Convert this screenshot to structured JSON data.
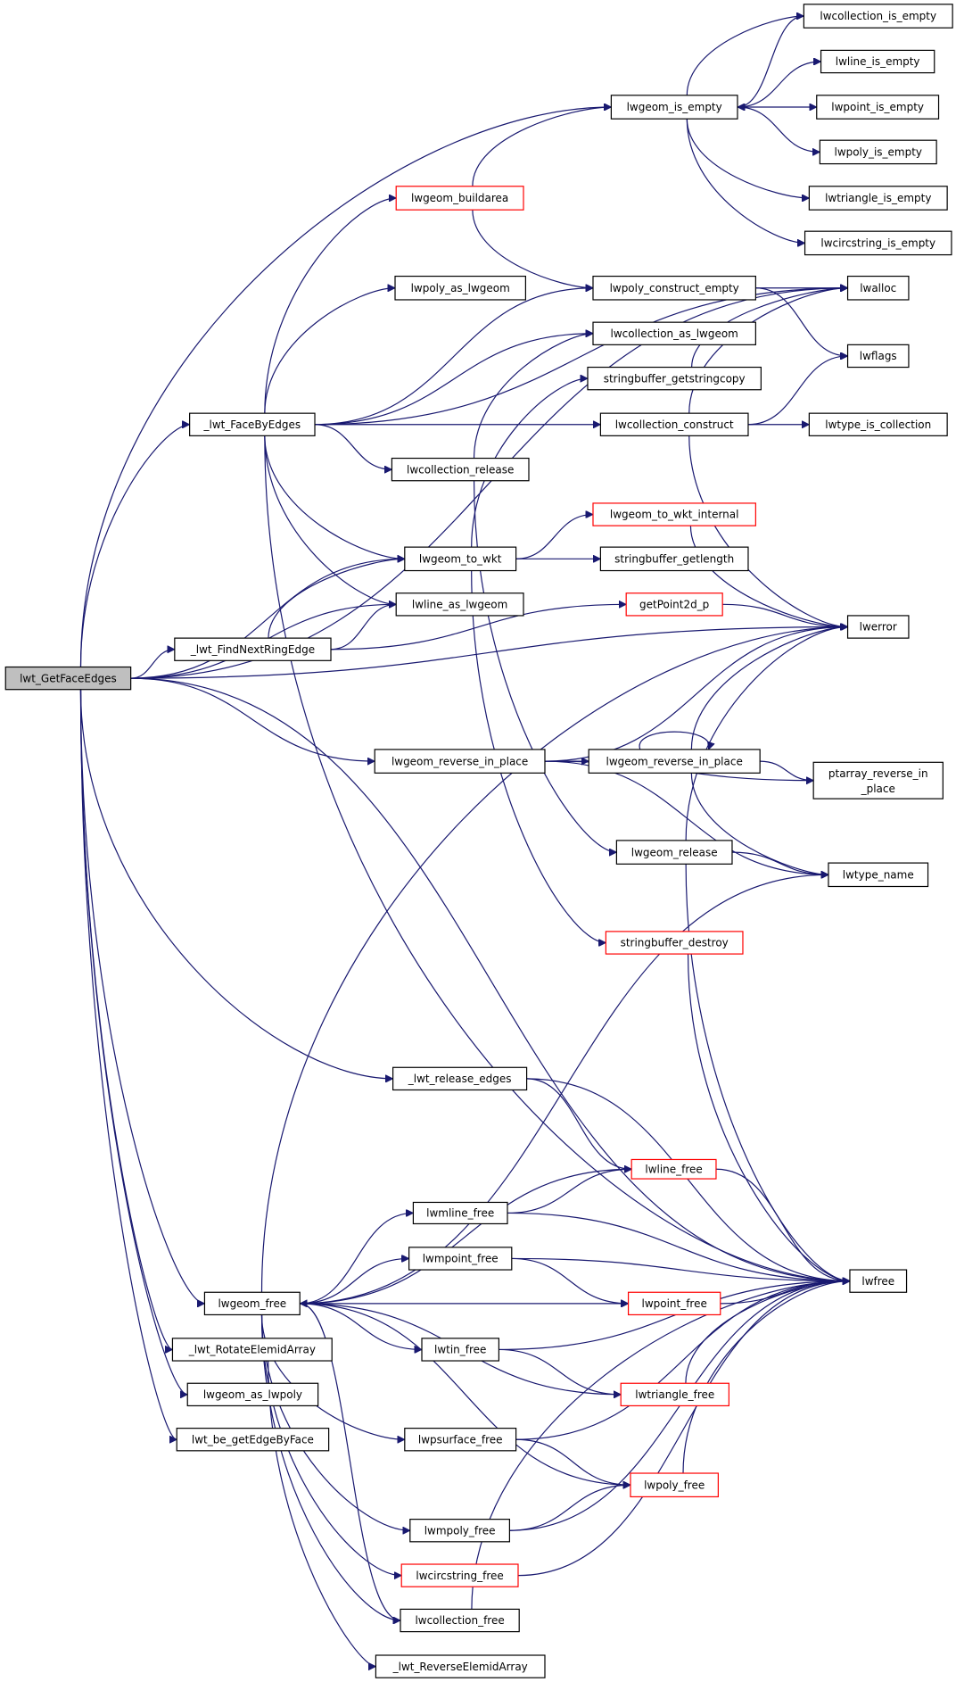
{
  "graph": {
    "type": "call-graph",
    "colors": {
      "edge": "#191970",
      "root_fill": "#bfbfbf",
      "node_border": "#000000",
      "truncated_border": "#ff0000"
    },
    "nodes": [
      {
        "id": "lwt_GetFaceEdges",
        "label": "lwt_GetFaceEdges",
        "root": true
      },
      {
        "id": "lwcollection_is_empty",
        "label": "lwcollection_is_empty"
      },
      {
        "id": "lwline_is_empty",
        "label": "lwline_is_empty"
      },
      {
        "id": "lwgeom_is_empty",
        "label": "lwgeom_is_empty"
      },
      {
        "id": "lwpoint_is_empty",
        "label": "lwpoint_is_empty"
      },
      {
        "id": "lwpoly_is_empty",
        "label": "lwpoly_is_empty"
      },
      {
        "id": "lwtriangle_is_empty",
        "label": "lwtriangle_is_empty"
      },
      {
        "id": "lwgeom_buildarea",
        "label": "lwgeom_buildarea",
        "truncated": true
      },
      {
        "id": "lwcircstring_is_empty",
        "label": "lwcircstring_is_empty"
      },
      {
        "id": "lwpoly_as_lwgeom",
        "label": "lwpoly_as_lwgeom"
      },
      {
        "id": "lwpoly_construct_empty",
        "label": "lwpoly_construct_empty"
      },
      {
        "id": "lwalloc",
        "label": "lwalloc"
      },
      {
        "id": "lwcollection_as_lwgeom",
        "label": "lwcollection_as_lwgeom"
      },
      {
        "id": "lwflags",
        "label": "lwflags"
      },
      {
        "id": "stringbuffer_getstringcopy",
        "label": "stringbuffer_getstringcopy"
      },
      {
        "id": "_lwt_FaceByEdges",
        "label": "_lwt_FaceByEdges"
      },
      {
        "id": "lwcollection_construct",
        "label": "lwcollection_construct"
      },
      {
        "id": "lwtype_is_collection",
        "label": "lwtype_is_collection"
      },
      {
        "id": "lwcollection_release",
        "label": "lwcollection_release"
      },
      {
        "id": "lwgeom_to_wkt_internal",
        "label": "lwgeom_to_wkt_internal",
        "truncated": true
      },
      {
        "id": "lwgeom_to_wkt",
        "label": "lwgeom_to_wkt"
      },
      {
        "id": "stringbuffer_getlength",
        "label": "stringbuffer_getlength"
      },
      {
        "id": "lwline_as_lwgeom",
        "label": "lwline_as_lwgeom"
      },
      {
        "id": "getPoint2d_p",
        "label": "getPoint2d_p",
        "truncated": true
      },
      {
        "id": "_lwt_FindNextRingEdge",
        "label": "_lwt_FindNextRingEdge"
      },
      {
        "id": "lwerror",
        "label": "lwerror"
      },
      {
        "id": "lwgeom_reverse_in_place_a",
        "label": "lwgeom_reverse_in_place"
      },
      {
        "id": "lwgeom_reverse_in_place_b",
        "label": "lwgeom_reverse_in_place"
      },
      {
        "id": "ptarray_reverse_in_place",
        "label": "ptarray_reverse_in",
        "label2": "_place"
      },
      {
        "id": "lwgeom_release",
        "label": "lwgeom_release"
      },
      {
        "id": "lwtype_name",
        "label": "lwtype_name"
      },
      {
        "id": "stringbuffer_destroy",
        "label": "stringbuffer_destroy",
        "truncated": true
      },
      {
        "id": "_lwt_release_edges",
        "label": "_lwt_release_edges"
      },
      {
        "id": "lwline_free",
        "label": "lwline_free",
        "truncated": true
      },
      {
        "id": "lwmline_free",
        "label": "lwmline_free"
      },
      {
        "id": "lwmpoint_free",
        "label": "lwmpoint_free"
      },
      {
        "id": "lwgeom_free",
        "label": "lwgeom_free"
      },
      {
        "id": "lwpoint_free",
        "label": "lwpoint_free",
        "truncated": true
      },
      {
        "id": "lwfree",
        "label": "lwfree"
      },
      {
        "id": "lwtin_free",
        "label": "lwtin_free"
      },
      {
        "id": "_lwt_RotateElemidArray",
        "label": "_lwt_RotateElemidArray"
      },
      {
        "id": "lwtriangle_free",
        "label": "lwtriangle_free",
        "truncated": true
      },
      {
        "id": "lwgeom_as_lwpoly",
        "label": "lwgeom_as_lwpoly"
      },
      {
        "id": "lwpsurface_free",
        "label": "lwpsurface_free"
      },
      {
        "id": "lwt_be_getEdgeByFace",
        "label": "lwt_be_getEdgeByFace"
      },
      {
        "id": "lwpoly_free",
        "label": "lwpoly_free",
        "truncated": true
      },
      {
        "id": "lwmpoly_free",
        "label": "lwmpoly_free"
      },
      {
        "id": "lwcircstring_free",
        "label": "lwcircstring_free",
        "truncated": true
      },
      {
        "id": "lwcollection_free",
        "label": "lwcollection_free"
      },
      {
        "id": "_lwt_ReverseElemidArray",
        "label": "_lwt_ReverseElemidArray"
      }
    ],
    "edges": [
      [
        "lwt_GetFaceEdges",
        "lwgeom_is_empty"
      ],
      [
        "lwt_GetFaceEdges",
        "lwalloc"
      ],
      [
        "lwt_GetFaceEdges",
        "_lwt_FaceByEdges"
      ],
      [
        "lwt_GetFaceEdges",
        "lwerror"
      ],
      [
        "lwt_GetFaceEdges",
        "lwgeom_to_wkt"
      ],
      [
        "lwt_GetFaceEdges",
        "lwline_as_lwgeom"
      ],
      [
        "lwt_GetFaceEdges",
        "_lwt_FindNextRingEdge"
      ],
      [
        "lwt_GetFaceEdges",
        "lwgeom_reverse_in_place_a"
      ],
      [
        "lwt_GetFaceEdges",
        "_lwt_release_edges"
      ],
      [
        "lwt_GetFaceEdges",
        "lwfree"
      ],
      [
        "lwt_GetFaceEdges",
        "lwgeom_free"
      ],
      [
        "lwt_GetFaceEdges",
        "_lwt_RotateElemidArray"
      ],
      [
        "lwt_GetFaceEdges",
        "lwgeom_as_lwpoly"
      ],
      [
        "lwt_GetFaceEdges",
        "lwt_be_getEdgeByFace"
      ],
      [
        "_lwt_FaceByEdges",
        "lwgeom_buildarea"
      ],
      [
        "_lwt_FaceByEdges",
        "lwalloc"
      ],
      [
        "_lwt_FaceByEdges",
        "lwpoly_as_lwgeom"
      ],
      [
        "_lwt_FaceByEdges",
        "lwpoly_construct_empty"
      ],
      [
        "_lwt_FaceByEdges",
        "lwcollection_as_lwgeom"
      ],
      [
        "_lwt_FaceByEdges",
        "lwcollection_construct"
      ],
      [
        "_lwt_FaceByEdges",
        "lwcollection_release"
      ],
      [
        "_lwt_FaceByEdges",
        "lwgeom_to_wkt"
      ],
      [
        "_lwt_FaceByEdges",
        "lwline_as_lwgeom"
      ],
      [
        "_lwt_FaceByEdges",
        "lwfree"
      ],
      [
        "lwgeom_is_empty",
        "lwcollection_is_empty"
      ],
      [
        "lwgeom_is_empty",
        "lwline_is_empty"
      ],
      [
        "lwgeom_is_empty",
        "lwpoint_is_empty"
      ],
      [
        "lwgeom_is_empty",
        "lwpoly_is_empty"
      ],
      [
        "lwgeom_is_empty",
        "lwtriangle_is_empty"
      ],
      [
        "lwgeom_is_empty",
        "lwcircstring_is_empty"
      ],
      [
        "lwcollection_is_empty",
        "lwgeom_is_empty"
      ],
      [
        "lwgeom_buildarea",
        "lwgeom_is_empty"
      ],
      [
        "lwgeom_buildarea",
        "lwpoly_construct_empty"
      ],
      [
        "lwpoly_construct_empty",
        "lwalloc"
      ],
      [
        "lwpoly_construct_empty",
        "lwflags"
      ],
      [
        "stringbuffer_getstringcopy",
        "lwalloc"
      ],
      [
        "lwcollection_construct",
        "lwalloc"
      ],
      [
        "lwcollection_construct",
        "lwflags"
      ],
      [
        "lwcollection_construct",
        "lwtype_is_collection"
      ],
      [
        "lwcollection_construct",
        "lwerror"
      ],
      [
        "lwcollection_release",
        "lwcollection_as_lwgeom"
      ],
      [
        "lwcollection_release",
        "lwgeom_release"
      ],
      [
        "lwgeom_to_wkt",
        "stringbuffer_getstringcopy"
      ],
      [
        "lwgeom_to_wkt",
        "lwgeom_to_wkt_internal"
      ],
      [
        "lwgeom_to_wkt",
        "stringbuffer_getlength"
      ],
      [
        "lwgeom_to_wkt",
        "stringbuffer_destroy"
      ],
      [
        "lwgeom_to_wkt_internal",
        "lwerror"
      ],
      [
        "_lwt_FindNextRingEdge",
        "lwgeom_to_wkt"
      ],
      [
        "_lwt_FindNextRingEdge",
        "lwline_as_lwgeom"
      ],
      [
        "_lwt_FindNextRingEdge",
        "getPoint2d_p"
      ],
      [
        "getPoint2d_p",
        "lwerror"
      ],
      [
        "lwgeom_reverse_in_place_a",
        "lwerror"
      ],
      [
        "lwgeom_reverse_in_place_a",
        "lwgeom_reverse_in_place_b"
      ],
      [
        "lwgeom_reverse_in_place_a",
        "ptarray_reverse_in_place"
      ],
      [
        "lwgeom_reverse_in_place_a",
        "lwtype_name"
      ],
      [
        "lwgeom_reverse_in_place_b",
        "lwgeom_reverse_in_place_b"
      ],
      [
        "lwgeom_reverse_in_place_b",
        "lwerror"
      ],
      [
        "lwgeom_reverse_in_place_b",
        "ptarray_reverse_in_place"
      ],
      [
        "lwgeom_reverse_in_place_b",
        "lwtype_name"
      ],
      [
        "lwgeom_release",
        "lwerror"
      ],
      [
        "lwgeom_release",
        "lwtype_name"
      ],
      [
        "lwgeom_release",
        "lwfree"
      ],
      [
        "stringbuffer_destroy",
        "lwfree"
      ],
      [
        "_lwt_release_edges",
        "lwline_free"
      ],
      [
        "_lwt_release_edges",
        "lwfree"
      ],
      [
        "lwline_free",
        "lwfree"
      ],
      [
        "lwgeom_free",
        "lwerror"
      ],
      [
        "lwgeom_free",
        "lwtype_name"
      ],
      [
        "lwgeom_free",
        "lwline_free"
      ],
      [
        "lwgeom_free",
        "lwmline_free"
      ],
      [
        "lwgeom_free",
        "lwmpoint_free"
      ],
      [
        "lwgeom_free",
        "lwpoint_free"
      ],
      [
        "lwgeom_free",
        "lwtin_free"
      ],
      [
        "lwgeom_free",
        "lwtriangle_free"
      ],
      [
        "lwgeom_free",
        "lwpsurface_free"
      ],
      [
        "lwgeom_free",
        "lwpoly_free"
      ],
      [
        "lwgeom_free",
        "lwmpoly_free"
      ],
      [
        "lwgeom_free",
        "lwcircstring_free"
      ],
      [
        "lwgeom_free",
        "lwcollection_free"
      ],
      [
        "lwmline_free",
        "lwline_free"
      ],
      [
        "lwmline_free",
        "lwfree"
      ],
      [
        "lwmpoint_free",
        "lwpoint_free"
      ],
      [
        "lwmpoint_free",
        "lwfree"
      ],
      [
        "lwpoint_free",
        "lwfree"
      ],
      [
        "lwtin_free",
        "lwtriangle_free"
      ],
      [
        "lwtin_free",
        "lwfree"
      ],
      [
        "lwtriangle_free",
        "lwfree"
      ],
      [
        "lwpsurface_free",
        "lwpoly_free"
      ],
      [
        "lwpsurface_free",
        "lwfree"
      ],
      [
        "lwpoly_free",
        "lwfree"
      ],
      [
        "lwmpoly_free",
        "lwpoly_free"
      ],
      [
        "lwmpoly_free",
        "lwfree"
      ],
      [
        "lwcircstring_free",
        "lwfree"
      ],
      [
        "lwcollection_free",
        "lwgeom_free"
      ],
      [
        "lwcollection_free",
        "lwfree"
      ],
      [
        "_lwt_RotateElemidArray",
        "_lwt_ReverseElemidArray"
      ]
    ]
  }
}
